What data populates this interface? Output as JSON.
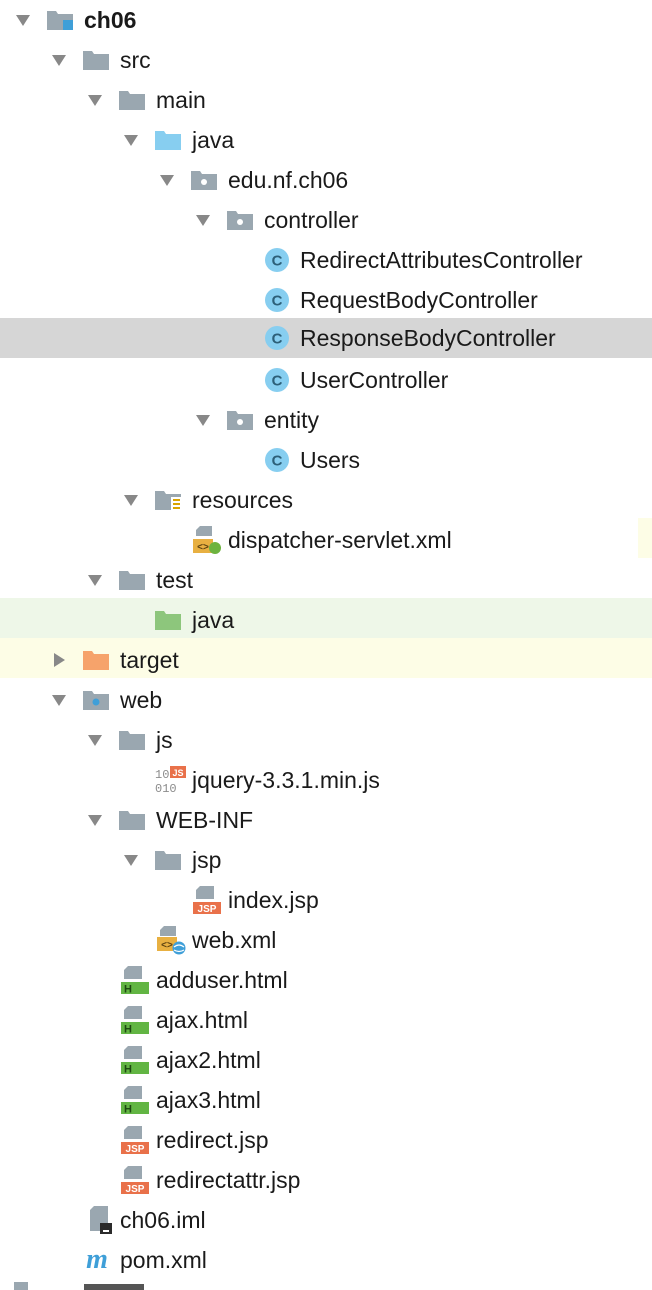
{
  "tree": {
    "project": "ch06",
    "src": "src",
    "main": "main",
    "java_main": "java",
    "package": "edu.nf.ch06",
    "controller": "controller",
    "redirect_attr_ctrl": "RedirectAttributesController",
    "request_body_ctrl": "RequestBodyController",
    "response_body_ctrl": "ResponseBodyController",
    "user_ctrl": "UserController",
    "entity": "entity",
    "users": "Users",
    "resources": "resources",
    "dispatcher": "dispatcher-servlet.xml",
    "test": "test",
    "java_test": "java",
    "target": "target",
    "web": "web",
    "js": "js",
    "jquery": "jquery-3.3.1.min.js",
    "webinf": "WEB-INF",
    "jsp": "jsp",
    "index": "index.jsp",
    "webxml": "web.xml",
    "adduser": "adduser.html",
    "ajax": "ajax.html",
    "ajax2": "ajax2.html",
    "ajax3": "ajax3.html",
    "redirect": "redirect.jsp",
    "redirectattr": "redirectattr.jsp",
    "iml": "ch06.iml",
    "pom": "pom.xml",
    "class_letter": "C",
    "html_letter": "H",
    "jsp_badge": "JSP",
    "js_badge": "JS",
    "maven_letter": "m"
  },
  "colors": {
    "selected": "#d6d6d6",
    "folder_gray": "#9aa7b0",
    "folder_source": "#87cef0",
    "folder_test": "#8dc67c",
    "folder_excluded": "#f6a36b",
    "class_icon": "#87cef0",
    "jsp_orange": "#e9714a",
    "html_green": "#62b543"
  }
}
